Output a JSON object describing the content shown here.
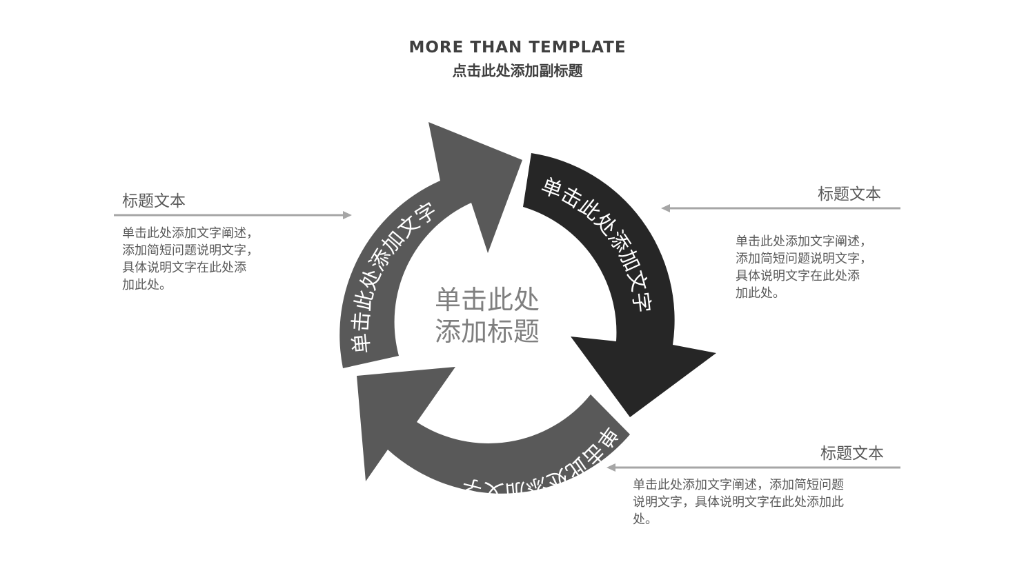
{
  "header": {
    "title": "MORE THAN TEMPLATE",
    "subtitle": "点击此处添加副标题"
  },
  "cycle": {
    "center_line1": "单击此处",
    "center_line2": "添加标题",
    "arrows": [
      {
        "label": "单击此处添加文字",
        "color": "#595959"
      },
      {
        "label": "单击此处添加文字",
        "color": "#262626"
      },
      {
        "label": "单击此处添加文字",
        "color": "#595959"
      }
    ]
  },
  "callouts": [
    {
      "title": "标题文本",
      "lines": [
        "单击此处添加文字阐述，",
        "添加简短问题说明文字，",
        "具体说明文字在此处添",
        "加此处。"
      ]
    },
    {
      "title": "标题文本",
      "lines": [
        "单击此处添加文字阐述，",
        "添加简短问题说明文字，",
        "具体说明文字在此处添",
        "加此处。"
      ]
    },
    {
      "title": "标题文本",
      "lines": [
        "单击此处添加文字阐述，添加简短问题",
        "说明文字，具体说明文字在此处添加此",
        "处。"
      ]
    }
  ],
  "colors": {
    "line": "#a6a6a6",
    "text": "#595959"
  }
}
